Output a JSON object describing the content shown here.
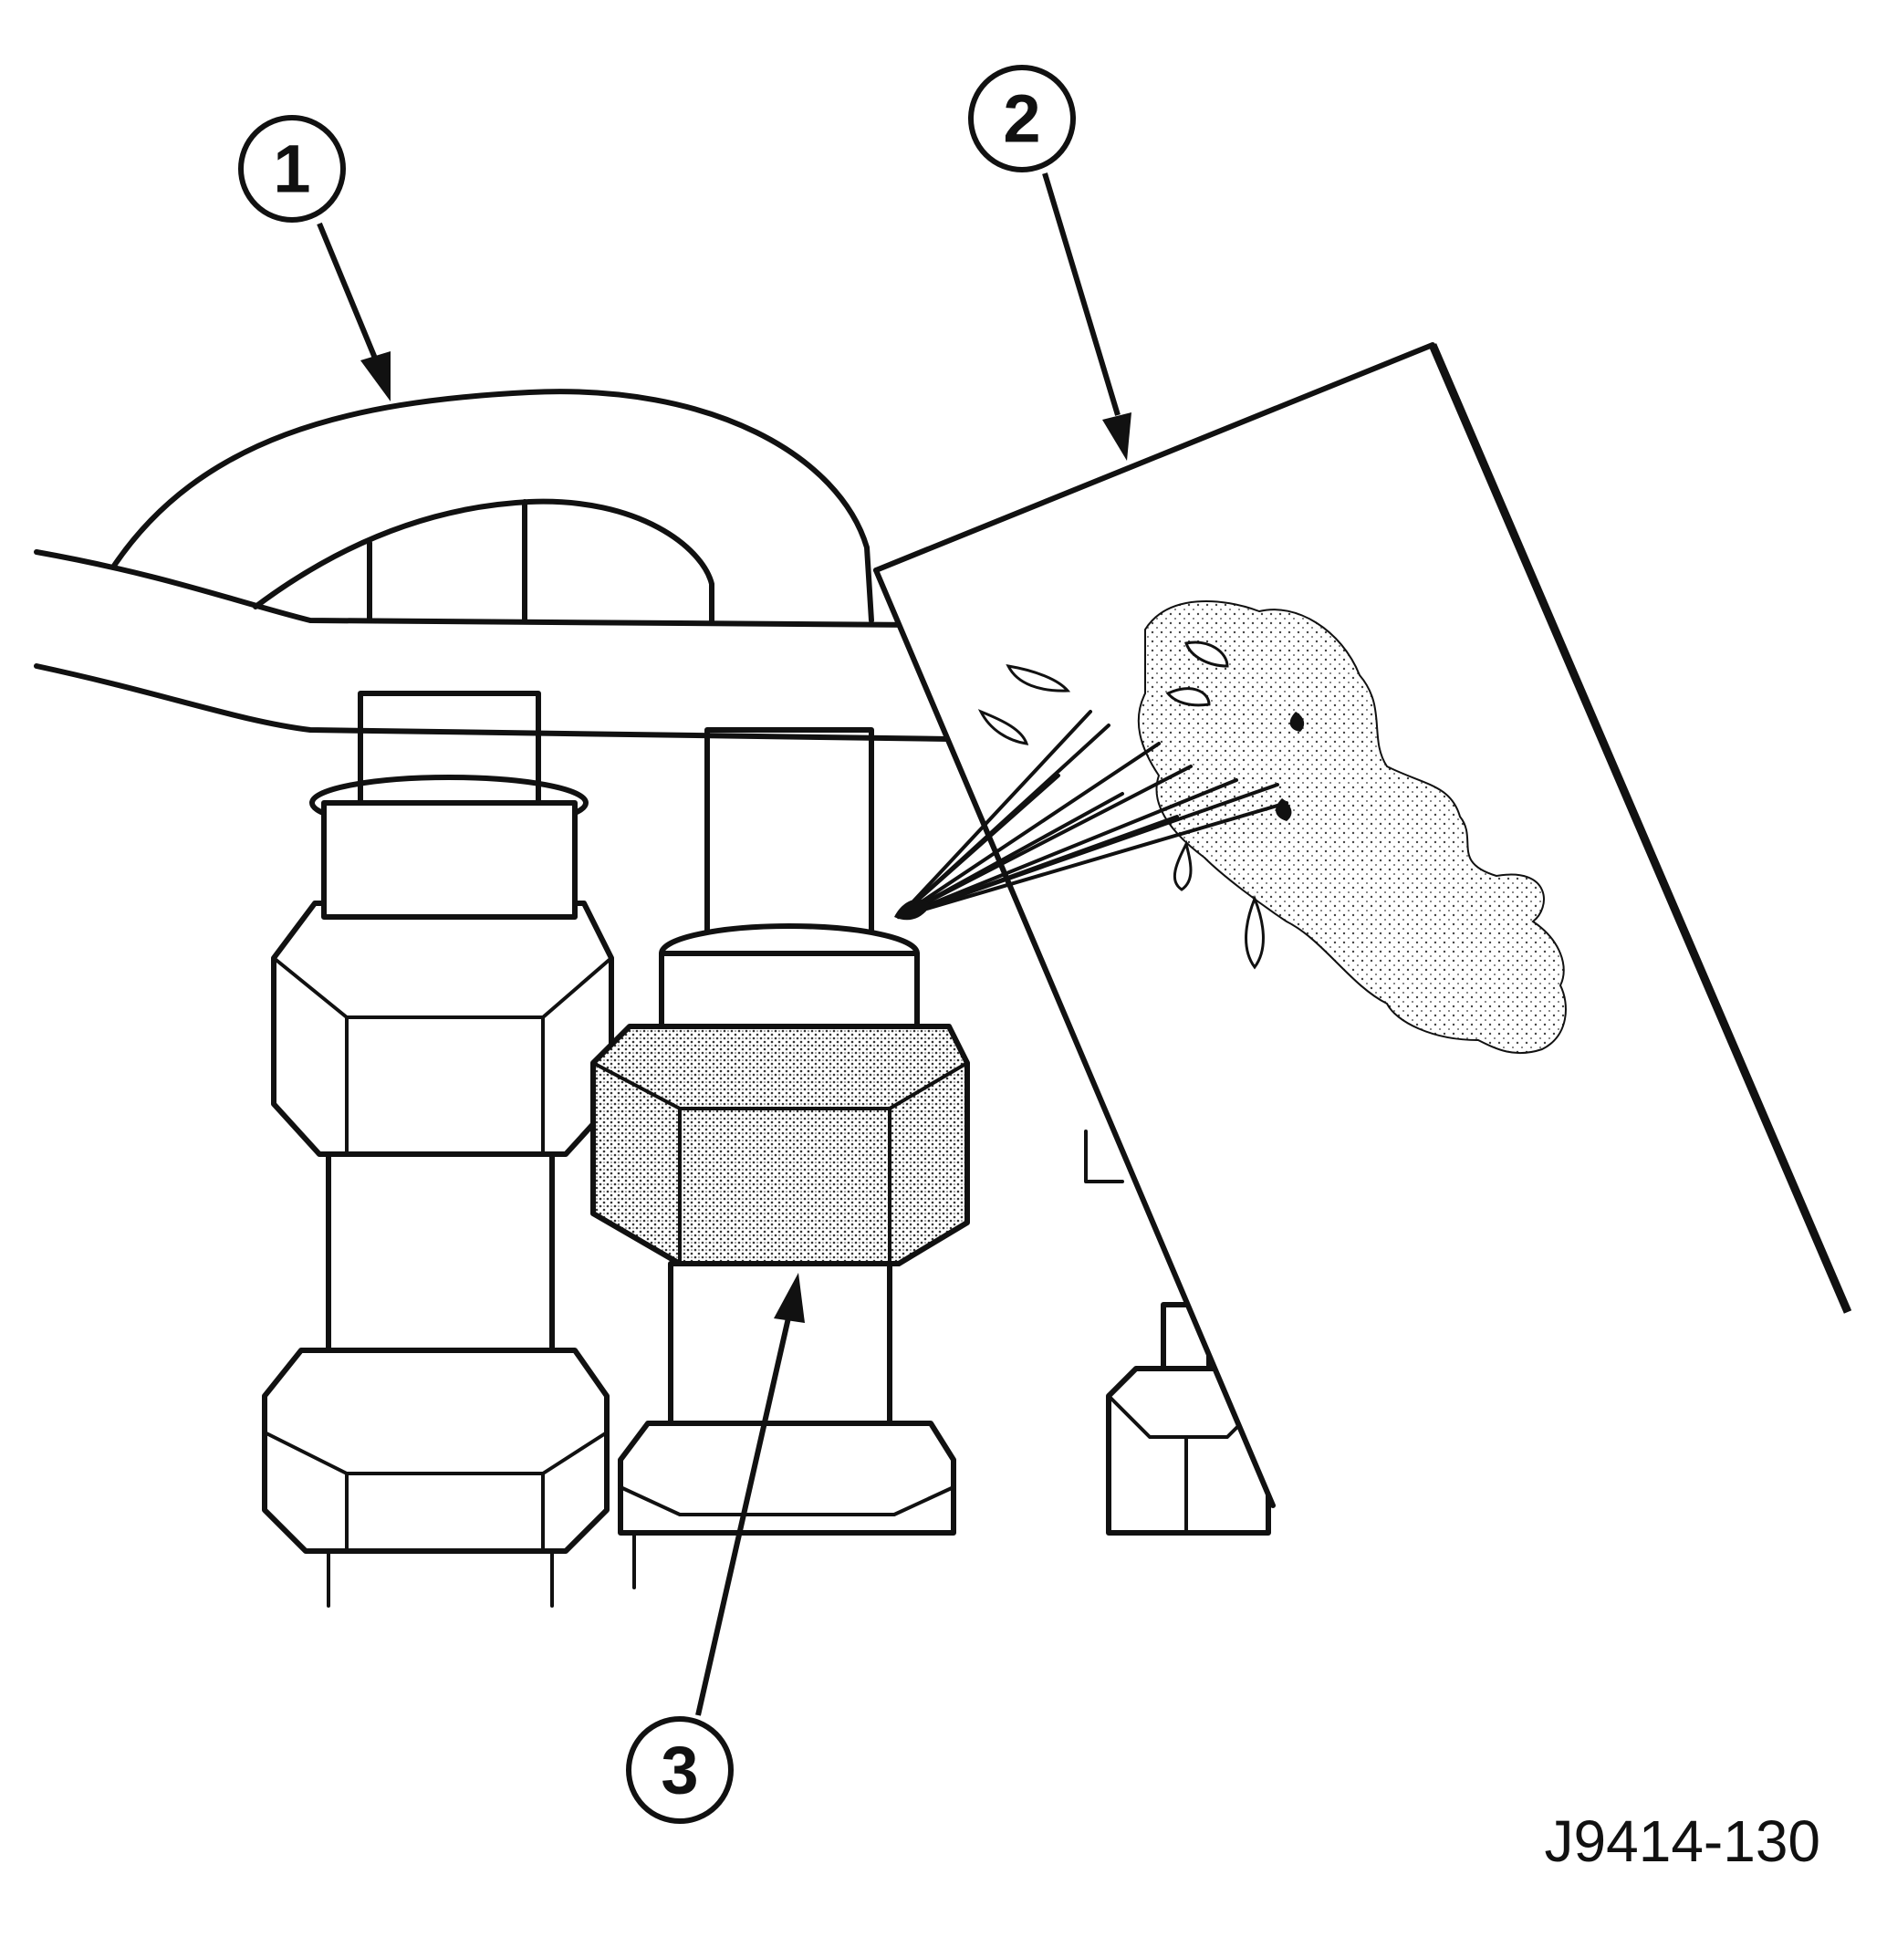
{
  "diagram": {
    "callouts": [
      {
        "id": "1",
        "label": "1"
      },
      {
        "id": "2",
        "label": "2"
      },
      {
        "id": "3",
        "label": "3"
      }
    ],
    "figure_id": "J9414-130",
    "colors": {
      "ink": "#111111",
      "paper": "#ffffff",
      "stipple": "#9a9a9a"
    }
  }
}
